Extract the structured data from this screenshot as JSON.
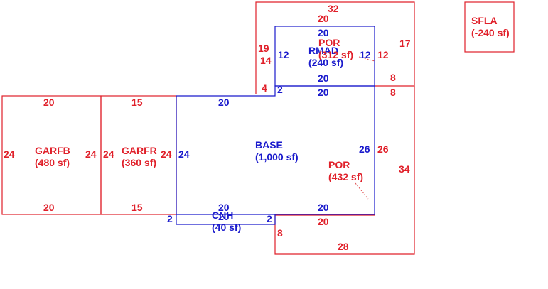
{
  "colors": {
    "blue": "#1a1acc",
    "red": "#e0202a",
    "leader": "#e05050"
  },
  "areas": {
    "base": {
      "name": "BASE",
      "area": "(1,000 sf)"
    },
    "garfb": {
      "name": "GARFB",
      "area": "(480 sf)"
    },
    "garfr": {
      "name": "GARFR",
      "area": "(360 sf)"
    },
    "cnh": {
      "name": "CNH",
      "area": "(40 sf)"
    },
    "rmad": {
      "name": "RMAD",
      "area": "(240 sf)"
    },
    "por_top": {
      "name": "POR",
      "area": "(312 sf)"
    },
    "por_bottom": {
      "name": "POR",
      "area": "(432 sf)"
    },
    "sfla": {
      "name": "SFLA",
      "area": "(-240 sf)"
    }
  },
  "dims": {
    "por_top_top": "32",
    "por_top_top2": "20",
    "por_top_right": "17",
    "por_top_left_a": "19",
    "por_top_left_b": "14",
    "por_top_step": "4",
    "por_top_right2": "12",
    "por_top_bottom": "8",
    "rmad_top": "20",
    "rmad_left": "12",
    "rmad_right": "12",
    "rmad_bottom": "20",
    "rmad_step": "2",
    "base_top_right": "20",
    "base_top": "20",
    "base_left": "24",
    "base_right": "26",
    "base_bottom_a": "20",
    "base_bottom_b": "20",
    "garfb_top": "20",
    "garfb_left": "24",
    "garfb_right": "24",
    "garfb_bottom": "20",
    "garfr_top": "15",
    "garfr_left": "24",
    "garfr_right": "24",
    "garfr_bottom": "15",
    "cnh_top": "20",
    "cnh_left": "2",
    "cnh_right": "2",
    "cnh_bottom": "20",
    "por_bot_top": "8",
    "por_bot_right": "34",
    "por_bot_left": "8",
    "por_bot_bottom": "28",
    "por_bot_top2": "20"
  }
}
